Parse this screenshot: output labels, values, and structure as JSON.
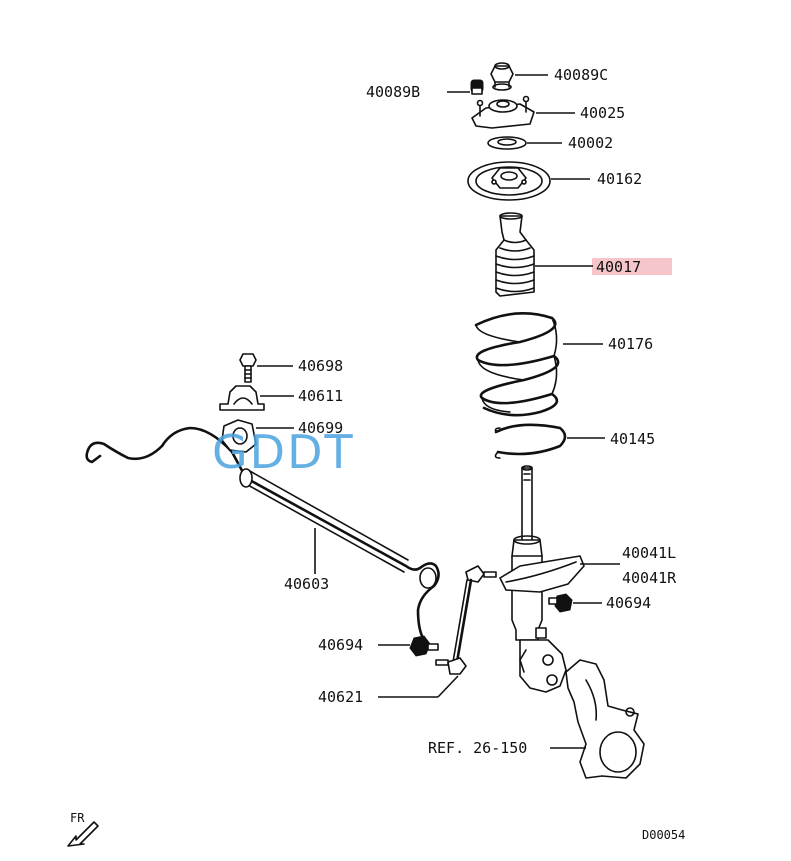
{
  "watermark": "GDDT",
  "highlight_color": "#f6c6cb",
  "watermark_color": "#4aa3df",
  "labels": {
    "p40089C": "40089C",
    "p40089B": "40089B",
    "p40025": "40025",
    "p40002": "40002",
    "p40162": "40162",
    "p40017": "40017",
    "p40176": "40176",
    "p40145": "40145",
    "p40698": "40698",
    "p40611": "40611",
    "p40699": "40699",
    "p40041L": "40041L",
    "p40041R": "40041R",
    "p40694_right": "40694",
    "p40603": "40603",
    "p40694_left": "40694",
    "p40621": "40621",
    "ref": "REF. 26-150",
    "fr": "FR",
    "code": "D00054"
  },
  "highlighted_part": "40017"
}
